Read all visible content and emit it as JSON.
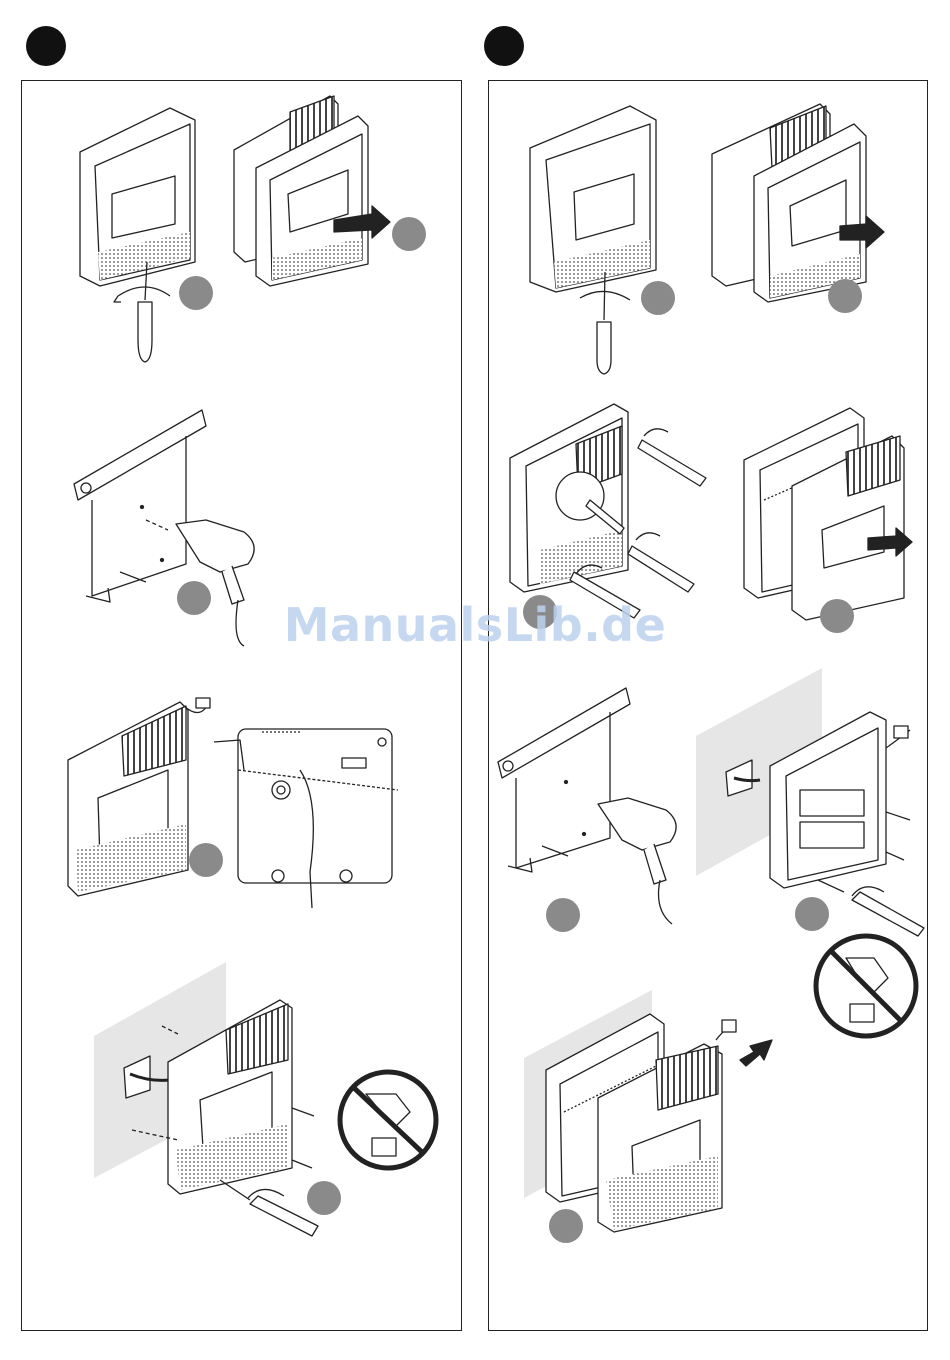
{
  "watermark": {
    "text": "ManualsLib.de"
  },
  "colors": {
    "ink": "#222222",
    "step_dot": "#8a8a8a",
    "panel_border": "#222222",
    "watermark": "#bcd2ee",
    "wall": "#e6e6e6"
  },
  "panels": [
    {
      "id": "left",
      "steps": [
        {
          "icon": "remove-front-cover-icon"
        },
        {
          "icon": "drill-wall-holes-icon"
        },
        {
          "icon": "connect-cable-icon"
        },
        {
          "icon": "screw-to-wall-icon"
        }
      ]
    },
    {
      "id": "right",
      "steps": [
        {
          "icon": "remove-front-cover-icon"
        },
        {
          "icon": "unscrew-module-icon"
        },
        {
          "icon": "drill-and-mount-icon"
        },
        {
          "icon": "attach-module-icon"
        }
      ]
    }
  ]
}
